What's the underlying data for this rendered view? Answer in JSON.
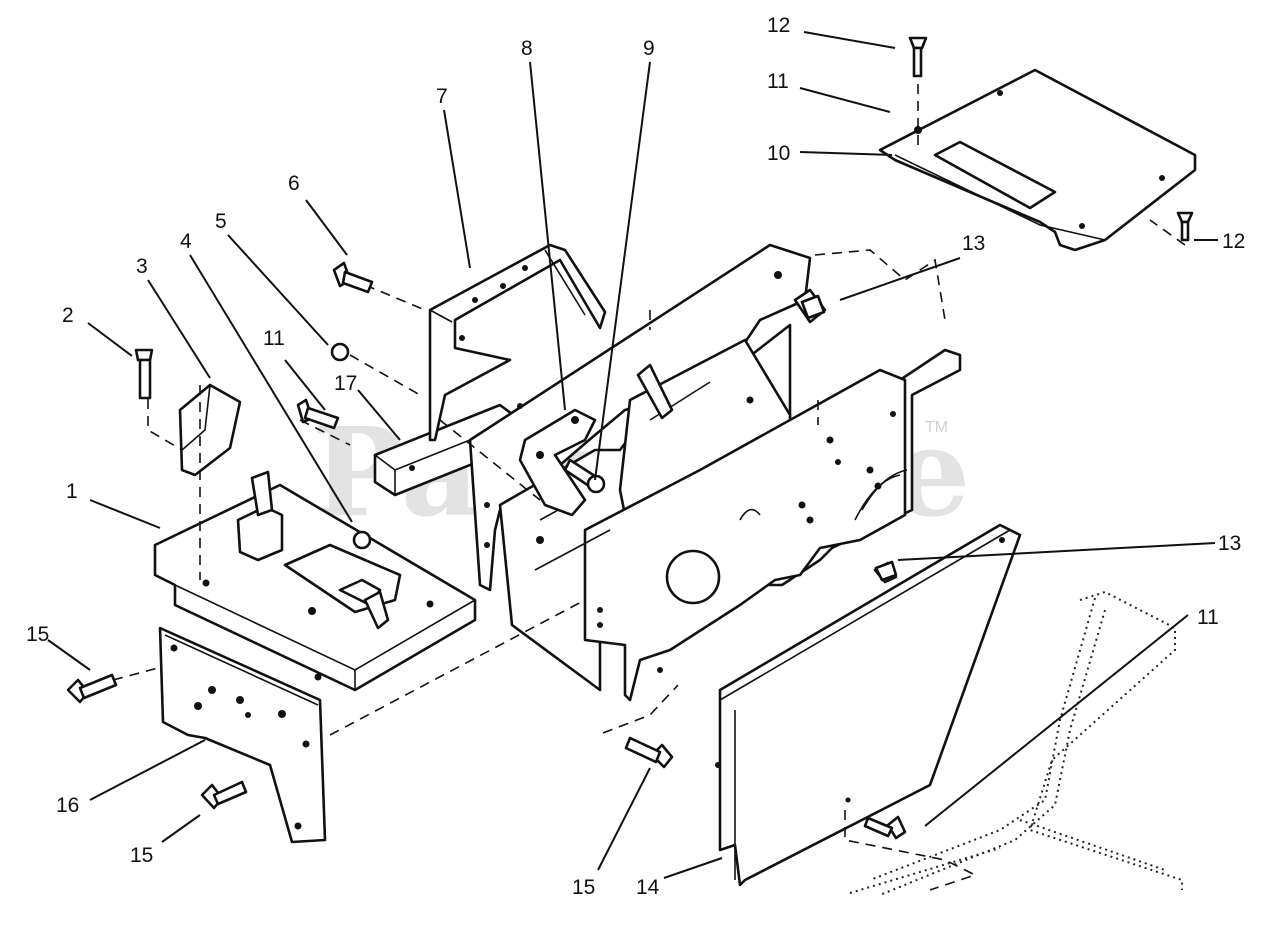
{
  "watermark": {
    "text": "PartsTree",
    "trademark": "TM"
  },
  "callouts": [
    "1",
    "2",
    "3",
    "4",
    "5",
    "6",
    "7",
    "8",
    "9",
    "10",
    "11",
    "11",
    "11",
    "12",
    "12",
    "13",
    "13",
    "14",
    "15",
    "15",
    "15",
    "16",
    "17"
  ]
}
